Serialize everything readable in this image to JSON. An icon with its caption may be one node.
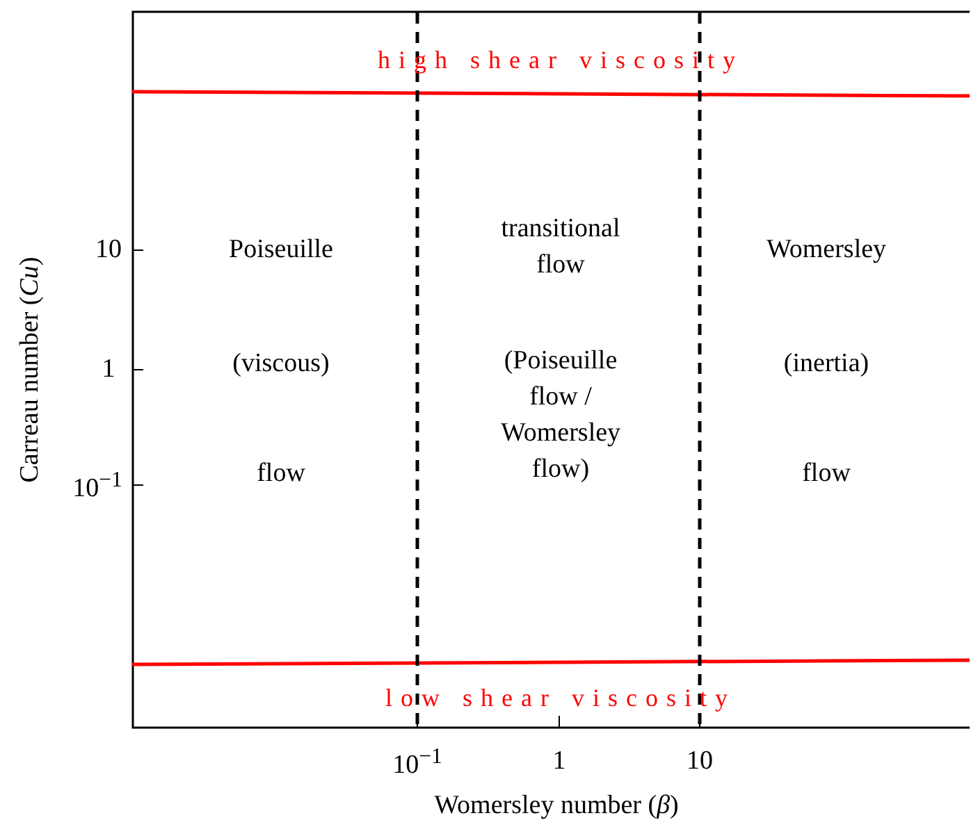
{
  "diagram": {
    "labels": [
      "high shear viscosity",
      "Poiseuille",
      "transitional flow",
      "Womersley",
      "10",
      "(viscous)",
      "(Poiseuille flow / Womersley flow)",
      "1",
      "(inertia)",
      "10$^{−1}$",
      "flow",
      "flow",
      "low shear viscosity",
      "10$^{−1}$",
      "1",
      "10",
      "Womersley number (*β*)",
      "Carreau number (*Cu*)"
    ]
  }
}
